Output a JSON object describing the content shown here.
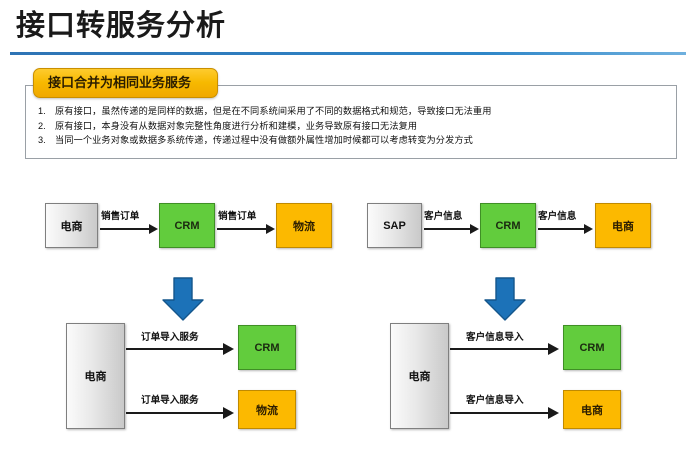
{
  "slide": {
    "title": "接口转服务分析",
    "accent_blue": "#2e74b5",
    "accent_green": "#62cc3d",
    "accent_orange": "#fcb900",
    "accent_gray": "#d9d9d9"
  },
  "callout": {
    "tab_label": "接口合并为相同业务服务",
    "bullets": [
      {
        "num": "1.",
        "text": "原有接口，虽然传递的是同样的数据，但是在不同系统间采用了不同的数据格式和规范，导致接口无法重用"
      },
      {
        "num": "2.",
        "text": "原有接口，本身没有从数据对象完整性角度进行分析和建模，业务导致原有接口无法复用"
      },
      {
        "num": "3.",
        "text": "当同一个业务对象或数据多系统传递，传递过程中没有做额外属性增加时候都可以考虑转变为分发方式"
      }
    ]
  },
  "diagram": {
    "before_left": {
      "source": "电商",
      "middle": "CRM",
      "target": "物流",
      "label1": "销售订单",
      "label2": "销售订单"
    },
    "before_right": {
      "source": "SAP",
      "middle": "CRM",
      "target": "电商",
      "label1": "客户信息",
      "label2": "客户信息"
    },
    "after_left": {
      "source": "电商",
      "target1": "CRM",
      "target2": "物流",
      "label1": "订单导入服务",
      "label2": "订单导入服务"
    },
    "after_right": {
      "source": "电商",
      "target1": "CRM",
      "target2": "电商",
      "label1": "客户信息导入",
      "label2": "客户信息导入"
    },
    "transform_arrow": "down-arrow"
  }
}
